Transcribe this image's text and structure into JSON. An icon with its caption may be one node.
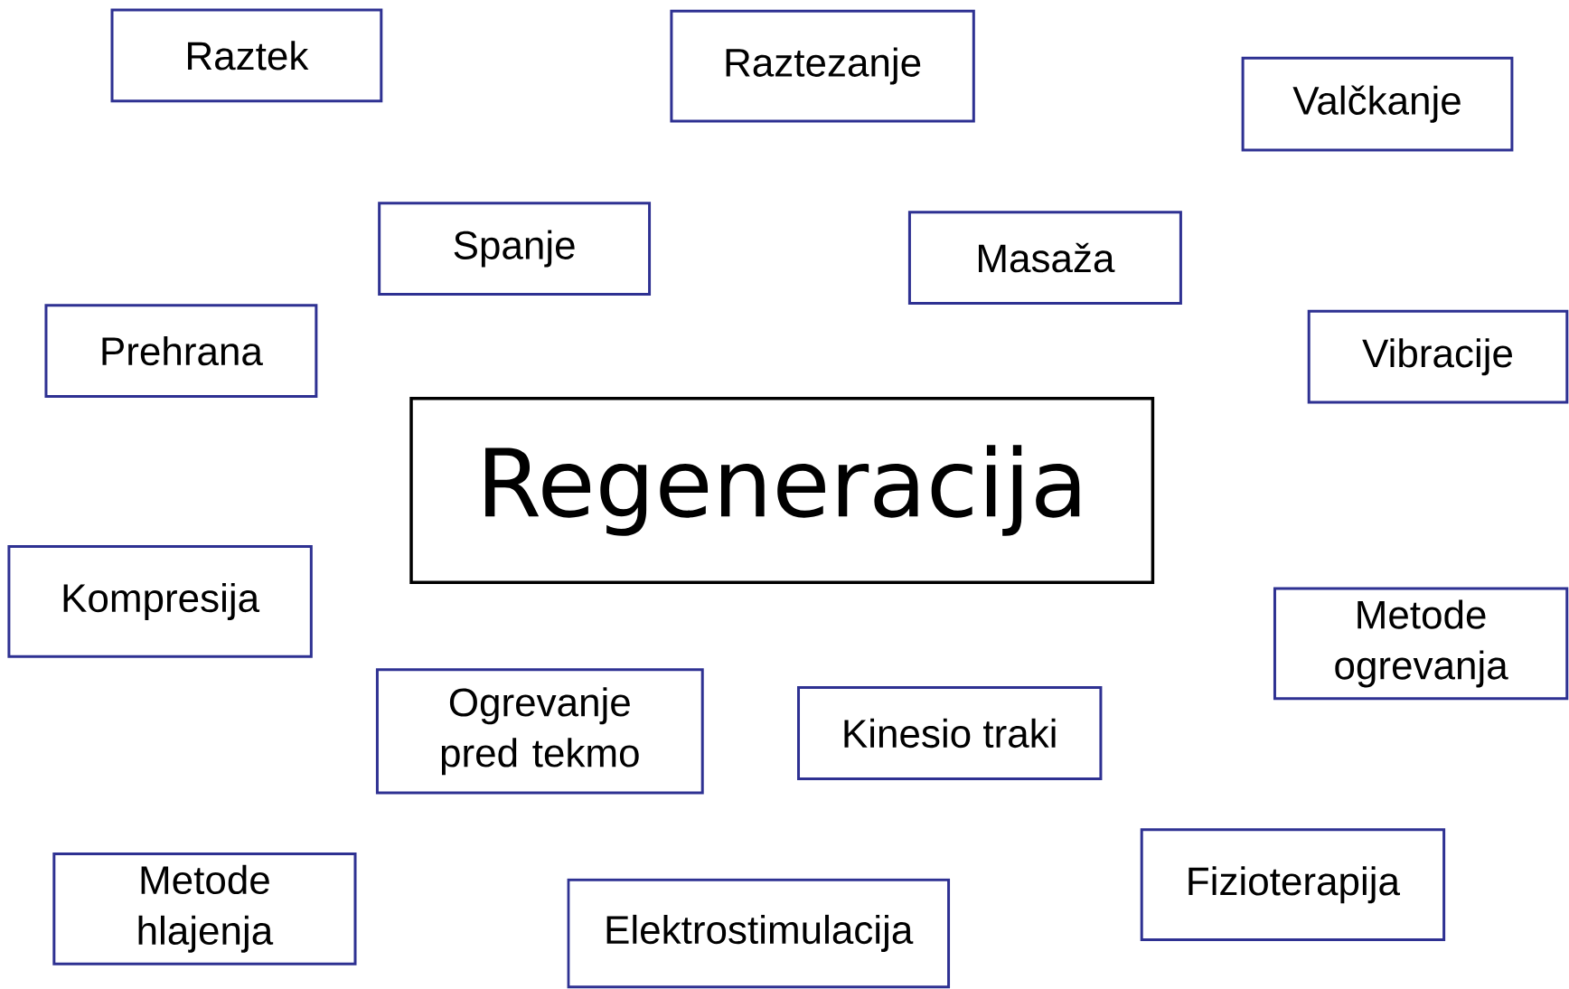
{
  "diagram": {
    "nodes": [
      {
        "text": [
          "Raztek"
        ]
      },
      {
        "text": [
          "Raztezanje"
        ]
      },
      {
        "text": [
          "Valčkanje"
        ]
      },
      {
        "text": [
          "Spanje"
        ]
      },
      {
        "text": [
          "Masaža"
        ]
      },
      {
        "text": [
          "Prehrana"
        ]
      },
      {
        "text": [
          "Vibracije"
        ]
      },
      {
        "text": [
          "Regeneracija"
        ]
      },
      {
        "text": [
          "Kompresija"
        ]
      },
      {
        "text": [
          "Metode ogrevanja"
        ]
      },
      {
        "text": [
          "Ogrevanje pred tekmo"
        ]
      },
      {
        "text": [
          "Kinesio traki"
        ]
      },
      {
        "text": [
          "Fizioterapija"
        ]
      },
      {
        "text": [
          "Metode hlajenja"
        ]
      },
      {
        "text": [
          "Elektrostimulacija"
        ]
      }
    ]
  }
}
